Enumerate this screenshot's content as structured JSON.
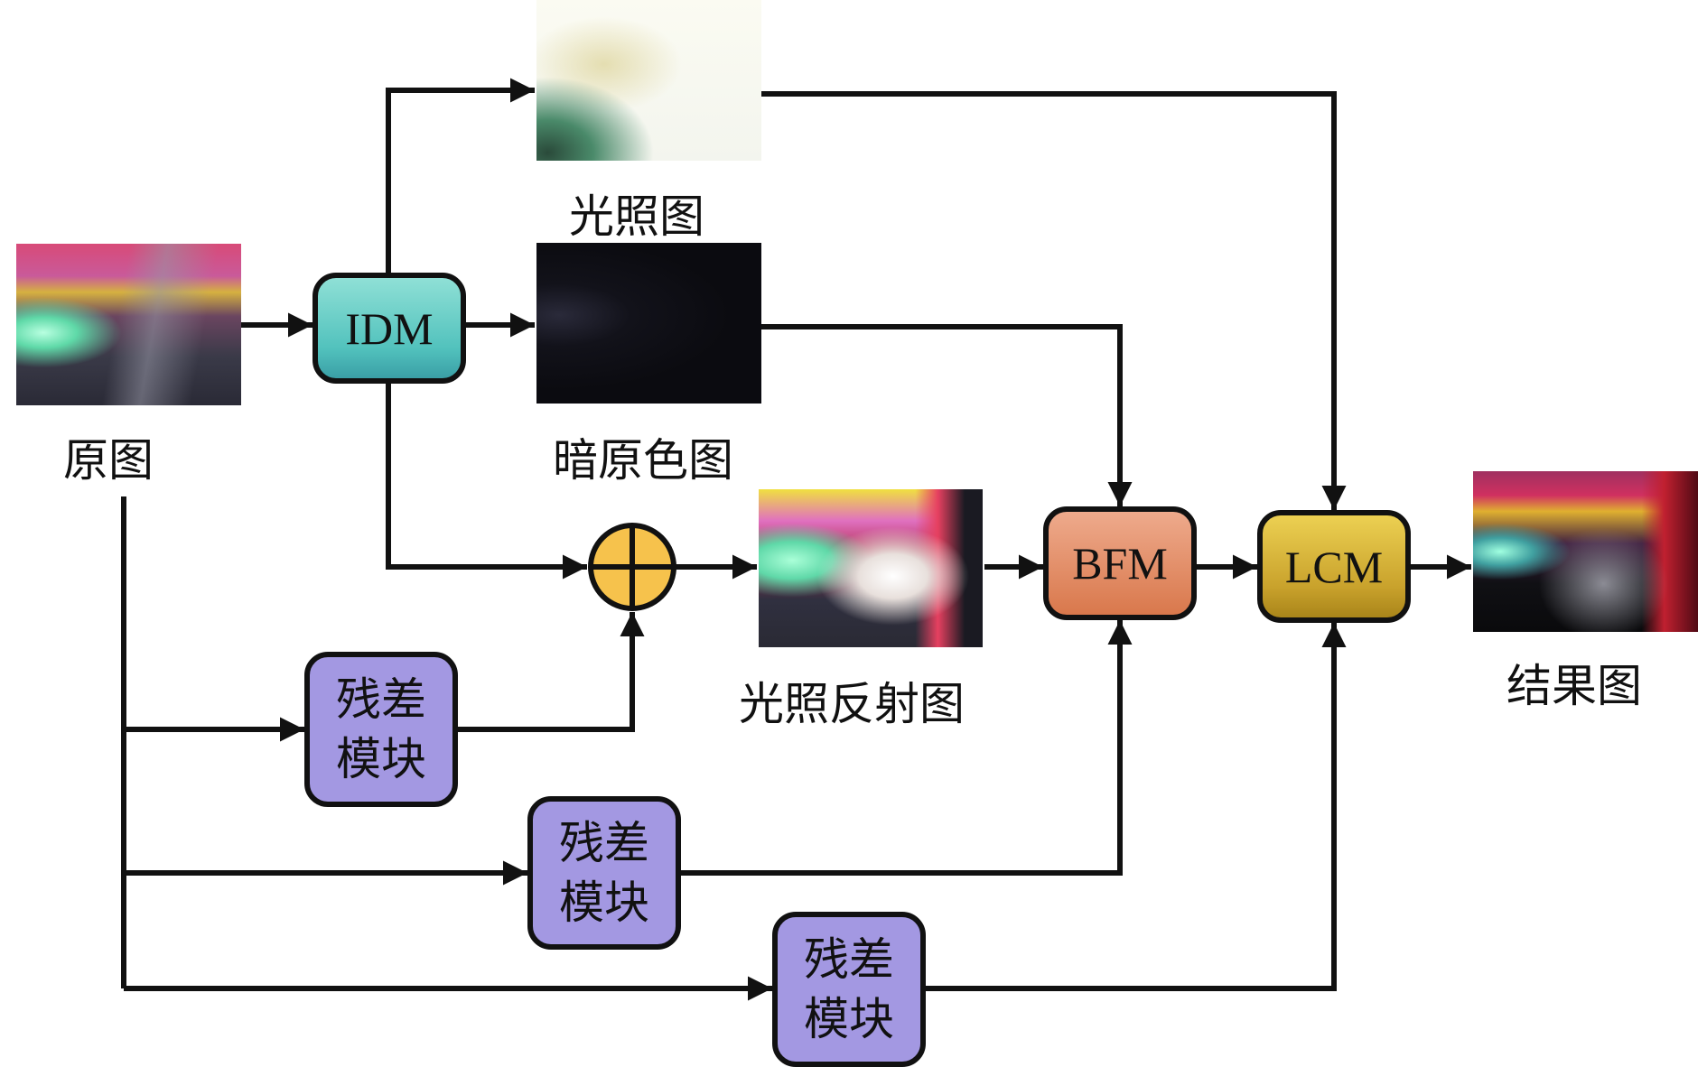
{
  "diagram": {
    "images": {
      "original": {
        "label": "原图"
      },
      "light_map": {
        "label": "光照图"
      },
      "dark_channel": {
        "label": "暗原色图"
      },
      "illum_reflection": {
        "label": "光照反射图"
      },
      "result": {
        "label": "结果图"
      }
    },
    "modules": {
      "idm": {
        "label": "IDM",
        "color": "#5cc8c2"
      },
      "bfm": {
        "label": "BFM",
        "color": "#e4906a"
      },
      "lcm": {
        "label": "LCM",
        "color": "#d4b23c"
      },
      "residual_1": {
        "line1": "残差",
        "line2": "模块",
        "color": "#a398e2"
      },
      "residual_2": {
        "line1": "残差",
        "line2": "模块",
        "color": "#a398e2"
      },
      "residual_3": {
        "line1": "残差",
        "line2": "模块",
        "color": "#a398e2"
      }
    },
    "sum_node": {
      "symbol": "plus",
      "color": "#f6c24c"
    },
    "edges": [
      {
        "from": "original",
        "to": "idm"
      },
      {
        "from": "idm",
        "to": "light_map"
      },
      {
        "from": "idm",
        "to": "dark_channel"
      },
      {
        "from": "idm",
        "to": "sum_node"
      },
      {
        "from": "residual_1",
        "to": "sum_node"
      },
      {
        "from": "sum_node",
        "to": "illum_reflection"
      },
      {
        "from": "illum_reflection",
        "to": "bfm"
      },
      {
        "from": "dark_channel",
        "to": "bfm"
      },
      {
        "from": "residual_2",
        "to": "bfm"
      },
      {
        "from": "bfm",
        "to": "lcm"
      },
      {
        "from": "light_map",
        "to": "lcm"
      },
      {
        "from": "residual_3",
        "to": "lcm"
      },
      {
        "from": "lcm",
        "to": "result"
      },
      {
        "from": "original",
        "to": "residual_1"
      },
      {
        "from": "original",
        "to": "residual_2"
      },
      {
        "from": "original",
        "to": "residual_3"
      }
    ]
  }
}
